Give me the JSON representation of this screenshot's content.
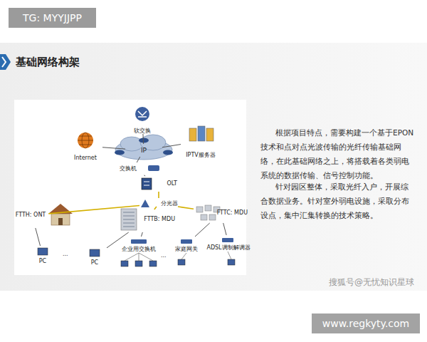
{
  "diagram": {
    "title": "基础网络构架",
    "nodes": [
      {
        "text": [
          "TG: MYYJJPP"
        ]
      },
      {
        "text": [
          "软交换"
        ]
      },
      {
        "text": [
          "Internet"
        ]
      },
      {
        "text": [
          "IP"
        ]
      },
      {
        "text": [
          "IPTV服务器"
        ]
      },
      {
        "text": [
          "交换机"
        ]
      },
      {
        "text": [
          "OLT"
        ]
      },
      {
        "text": [
          "分光器"
        ]
      },
      {
        "text": [
          "FTTH: ONT"
        ]
      },
      {
        "text": [
          "FTTB: MDU"
        ]
      },
      {
        "text": [
          "FTTC: MDU"
        ]
      },
      {
        "text": [
          "PC"
        ]
      },
      {
        "text": [
          "PC"
        ]
      },
      {
        "text": [
          "企业用交换机"
        ]
      },
      {
        "text": [
          "家庭网关"
        ]
      },
      {
        "text": [
          "ADSL调制解调器"
        ]
      },
      {
        "text": [
          "www.regkyty.com"
        ]
      }
    ],
    "edges": [
      {
        "from": 1,
        "to": 3,
        "arrow": "none"
      },
      {
        "from": 2,
        "to": 3,
        "arrow": "none"
      },
      {
        "from": 4,
        "to": 3,
        "arrow": "none"
      },
      {
        "from": 3,
        "to": 5,
        "arrow": "none"
      },
      {
        "from": 5,
        "to": 6,
        "arrow": "none"
      },
      {
        "from": 6,
        "to": 7,
        "arrow": "none"
      },
      {
        "from": 7,
        "to": 8,
        "arrow": "none"
      },
      {
        "from": 7,
        "to": 9,
        "arrow": "none"
      },
      {
        "from": 7,
        "to": 10,
        "arrow": "none"
      },
      {
        "from": 8,
        "to": 11,
        "arrow": "none"
      },
      {
        "from": 9,
        "to": 12,
        "arrow": "none"
      },
      {
        "from": 9,
        "to": 13,
        "arrow": "none"
      },
      {
        "from": 10,
        "to": 14,
        "arrow": "none"
      },
      {
        "from": 10,
        "to": 15,
        "arrow": "none"
      }
    ],
    "labels": [
      "根据项目特点，需要构建一个基于EPON技术和点对点光波传输的光纤传输基础网络，在此基础网络之上，将搭载着各类弱电系统的数据传输、信号控制功能。",
      "针对园区整体，采取光纤入户，开展综合数据业务。针对室外弱电设施，采取分布设点，集中汇集转换的技术策略。",
      "...",
      "...",
      "搜狐号@无忧知识星球"
    ]
  }
}
